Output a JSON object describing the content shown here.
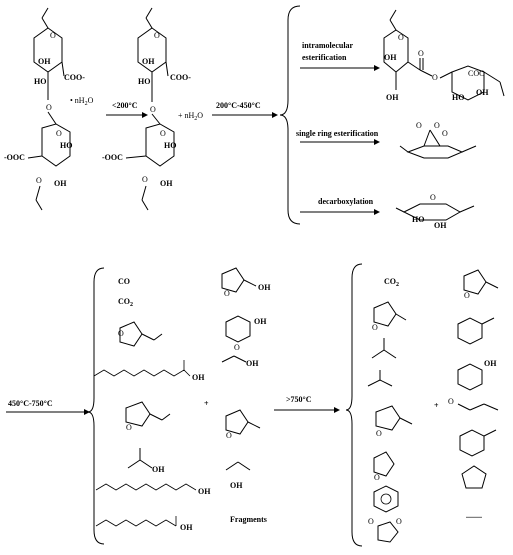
{
  "conditions": {
    "c1": "<200°C",
    "c2": "200°C-450°C",
    "c3": "450°C-750°C",
    "c4": ">750°C"
  },
  "stage1": {
    "hydrate": "• nH",
    "hydrate_sub": "2",
    "hydrate_o": "O",
    "water": "+ nH",
    "water_sub": "2",
    "water_o": "O",
    "labels": {
      "oh": "OH",
      "ho": "HO",
      "coo": "COO-",
      "ooc": "-OOC"
    }
  },
  "pathways": {
    "intramolecular": [
      "intramolecular",
      "esterification"
    ],
    "single_ring": "single ring esterification",
    "decarboxylation": "decarboxylation"
  },
  "products_mid": {
    "co": "CO",
    "co2": "CO",
    "co2_sub": "2",
    "oh": "OH",
    "plus": "+",
    "fragments": "Fragments"
  },
  "products_high": {
    "co2": "CO",
    "co2_sub": "2",
    "oh": "OH",
    "plus": "+",
    "dots": "........"
  },
  "small_labels": {
    "o": "O",
    "oh": "OH",
    "ho": "HO",
    "coo": "COO"
  }
}
